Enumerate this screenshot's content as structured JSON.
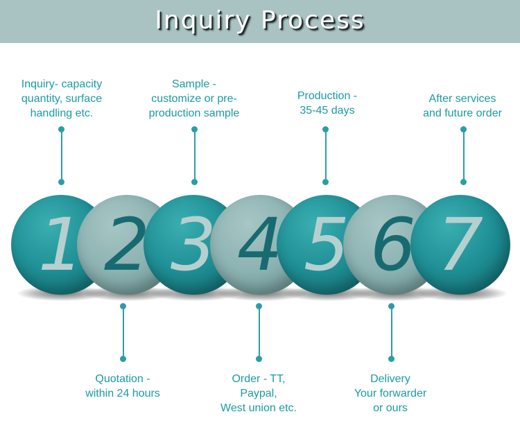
{
  "header": {
    "title": "Inquiry Process"
  },
  "steps": [
    {
      "number": "1",
      "label": "Inquiry- capacity\nquantity, surface\nhandling etc."
    },
    {
      "number": "2",
      "label": "Quotation -\nwithin 24 hours"
    },
    {
      "number": "3",
      "label": "Sample -\ncustomize or pre-\nproduction sample"
    },
    {
      "number": "4",
      "label": "Order - TT,\nPaypal,\nWest union etc."
    },
    {
      "number": "5",
      "label": "Production -\n35-45 days"
    },
    {
      "number": "6",
      "label": "Delivery\nYour forwarder\nor ours"
    },
    {
      "number": "7",
      "label": "After services\nand future order"
    }
  ],
  "colors": {
    "header_bg": "#a9c3c3",
    "teal_ball": "#1f9096",
    "grey_ball": "#8db3b2",
    "label_text": "#1a9aa2",
    "connector": "#2a9ea5"
  }
}
